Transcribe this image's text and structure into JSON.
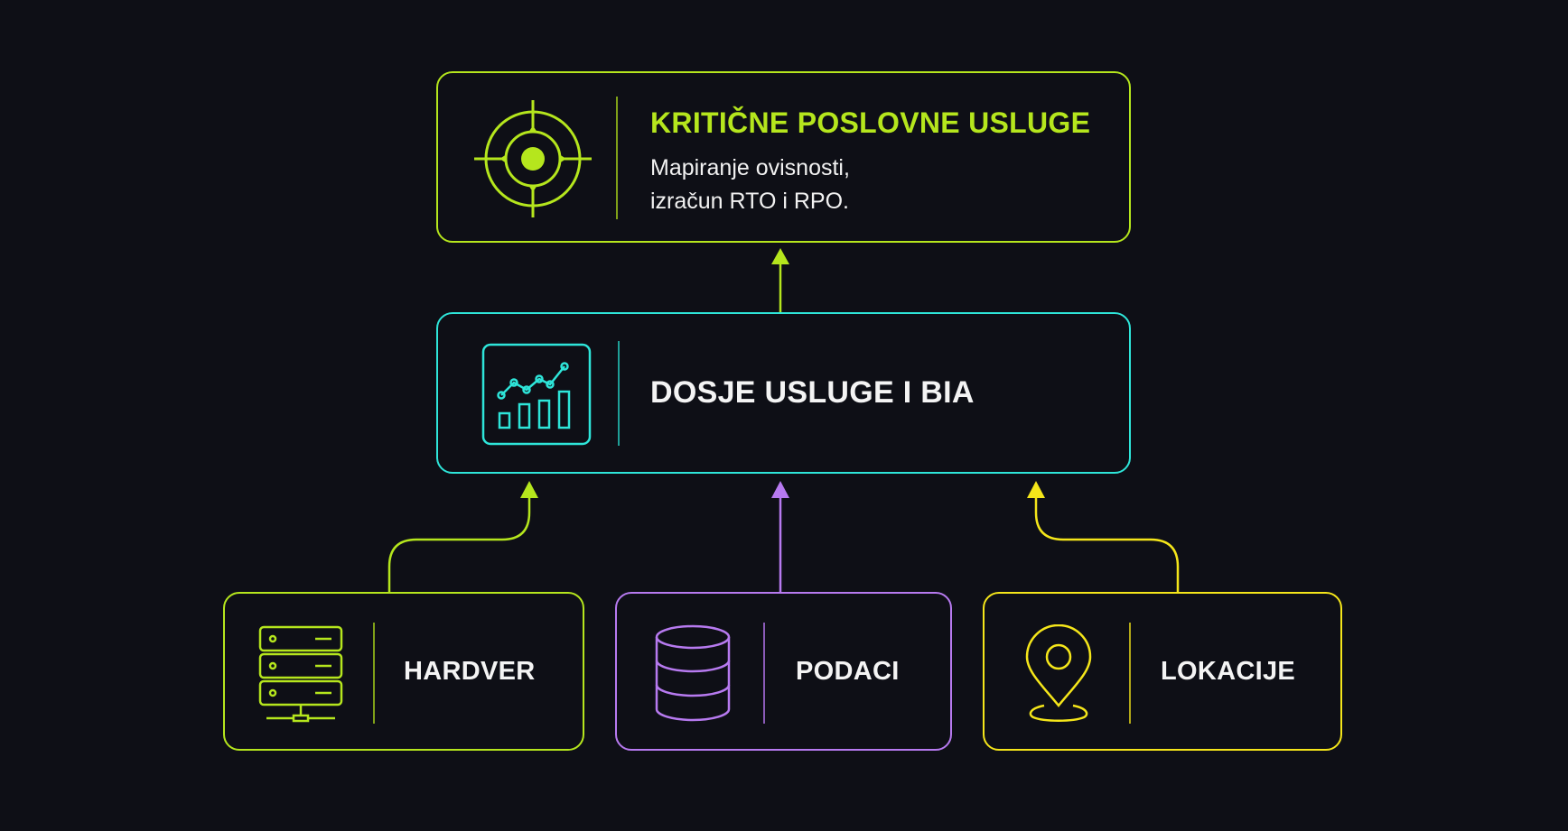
{
  "colors": {
    "background": "#0e0f16",
    "lime": "#b5e61d",
    "cyan": "#2ee5d9",
    "purple": "#b77af0",
    "yellow": "#f5e61a"
  },
  "top_box": {
    "title": "KRITIČNE POSLOVNE USLUGE",
    "description_line1": "Mapiranje ovisnosti,",
    "description_line2": "izračun RTO i RPO.",
    "icon": "target-icon"
  },
  "middle_box": {
    "title": "DOSJE USLUGE I BIA",
    "icon": "analytics-chart-icon"
  },
  "bottom_boxes": [
    {
      "title": "HARDVER",
      "icon": "server-rack-icon"
    },
    {
      "title": "PODACI",
      "icon": "database-icon"
    },
    {
      "title": "LOKACIJE",
      "icon": "location-pin-icon"
    }
  ]
}
